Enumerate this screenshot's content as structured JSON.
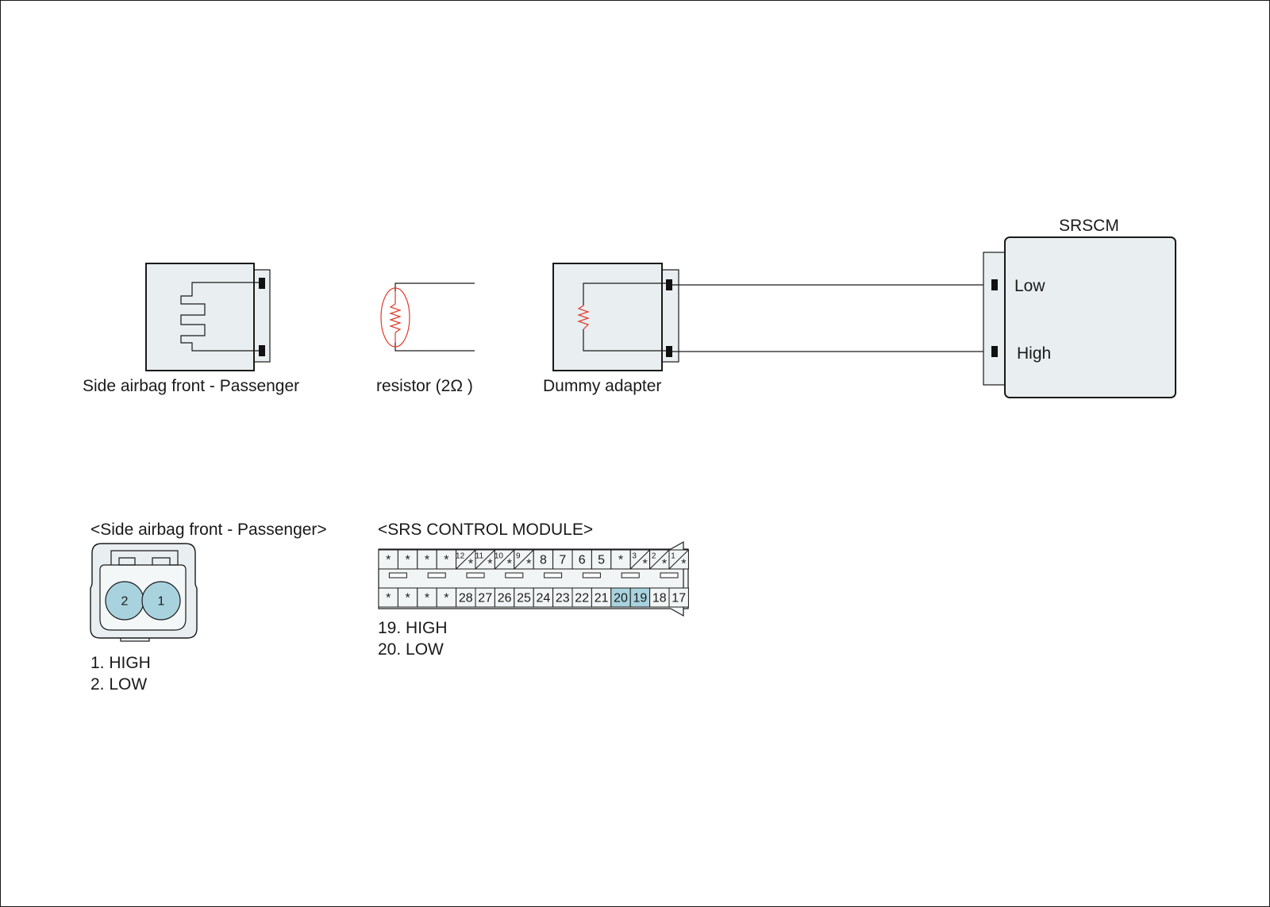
{
  "colors": {
    "housing": "#e9eef0",
    "highlight": "#a8d3de",
    "resistor": "#e0392b",
    "line": "#1a1a1a"
  },
  "labels": {
    "side_airbag": "Side airbag front - Passenger",
    "resistor": "resistor (2Ω )",
    "dummy_adapter": "Dummy adapter",
    "srscm": "SRSCM",
    "srscm_low": "Low",
    "srscm_high": "High"
  },
  "side_connector": {
    "title": "<Side airbag front - Passenger>",
    "pins": [
      "2",
      "1"
    ],
    "legend": [
      "1. HIGH",
      "2. LOW"
    ]
  },
  "srs_module": {
    "title": "<SRS CONTROL MODULE>",
    "top_row": [
      "*",
      "*",
      "*",
      "*",
      "12",
      "11",
      "10",
      "9",
      "8",
      "7",
      "6",
      "5",
      "*",
      "3",
      "2",
      "1"
    ],
    "top_row_marked": [
      "12",
      "11",
      "10",
      "9",
      "3",
      "2",
      "1"
    ],
    "marker": "*",
    "bottom_row": [
      "*",
      "*",
      "*",
      "*",
      "28",
      "27",
      "26",
      "25",
      "24",
      "23",
      "22",
      "21",
      "20",
      "19",
      "18",
      "17"
    ],
    "highlighted": [
      "20",
      "19"
    ],
    "legend": [
      "19. HIGH",
      "20. LOW"
    ]
  }
}
